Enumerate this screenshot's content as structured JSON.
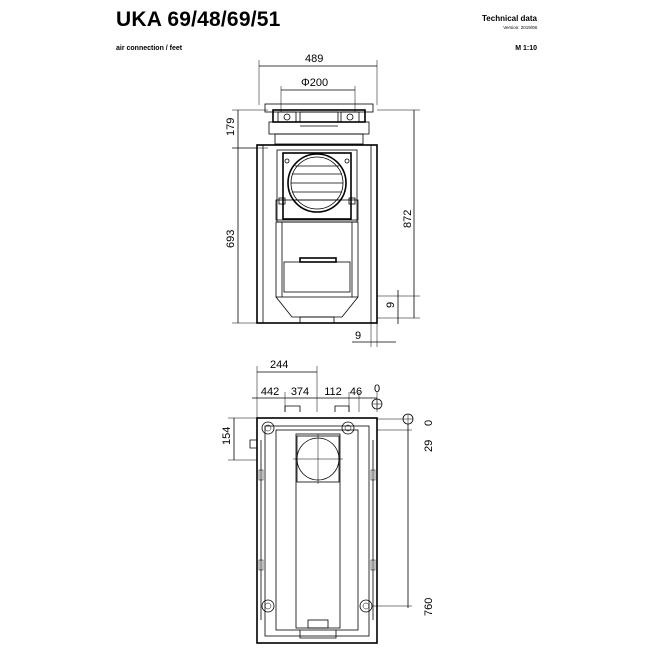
{
  "header": {
    "title": "UKA 69/48/69/51",
    "subtitle": "air connection / feet",
    "tech_data": "Technical data",
    "version": "Version: 2019/08",
    "scale": "M 1:10"
  },
  "side_view": {
    "width_label": "489",
    "diameter_label": "Φ200",
    "top_height_label": "179",
    "height_label": "693",
    "total_height_label": "872",
    "right_offset_label": "9",
    "bottom_offset_label": "9"
  },
  "top_view": {
    "label_244": "244",
    "label_442": "442",
    "label_374": "374",
    "label_112": "112",
    "label_46": "46",
    "label_0_top": "0",
    "label_154": "154",
    "label_29": "29",
    "label_0_right": "0",
    "label_760": "760"
  }
}
